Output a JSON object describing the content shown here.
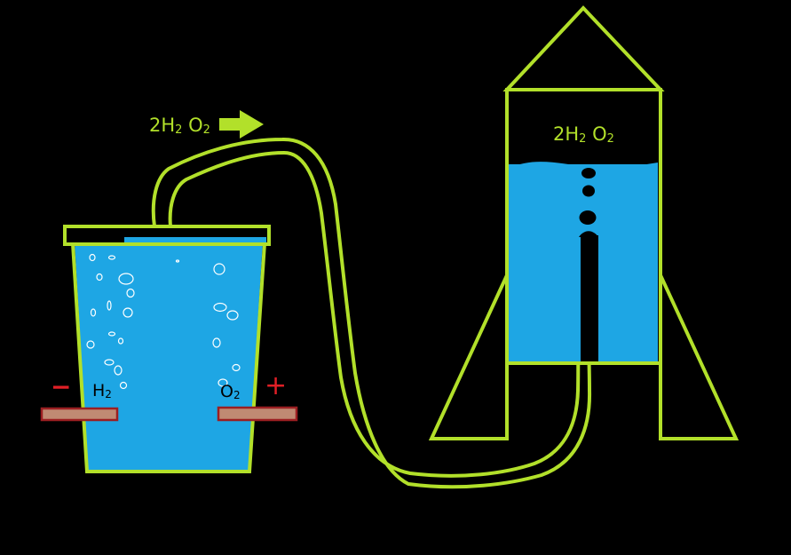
{
  "colors": {
    "background": "#000000",
    "outline": "#b2e02a",
    "water": "#1ea6e4",
    "electrode": "#c08a73",
    "electrode_border": "#9b1f22",
    "sign": "#e01f26",
    "bubble": "#000000"
  },
  "arrow_label": {
    "h_coef": "2H",
    "h_sub": "2",
    "o": " O",
    "o_sub": "2"
  },
  "tank_label": {
    "h_coef": "2H",
    "h_sub": "2",
    "o": " O",
    "o_sub": "2"
  },
  "cathode": {
    "sign": "−",
    "gas": "H",
    "sub": "2"
  },
  "anode": {
    "sign": "+",
    "gas": "O",
    "sub": "2"
  }
}
